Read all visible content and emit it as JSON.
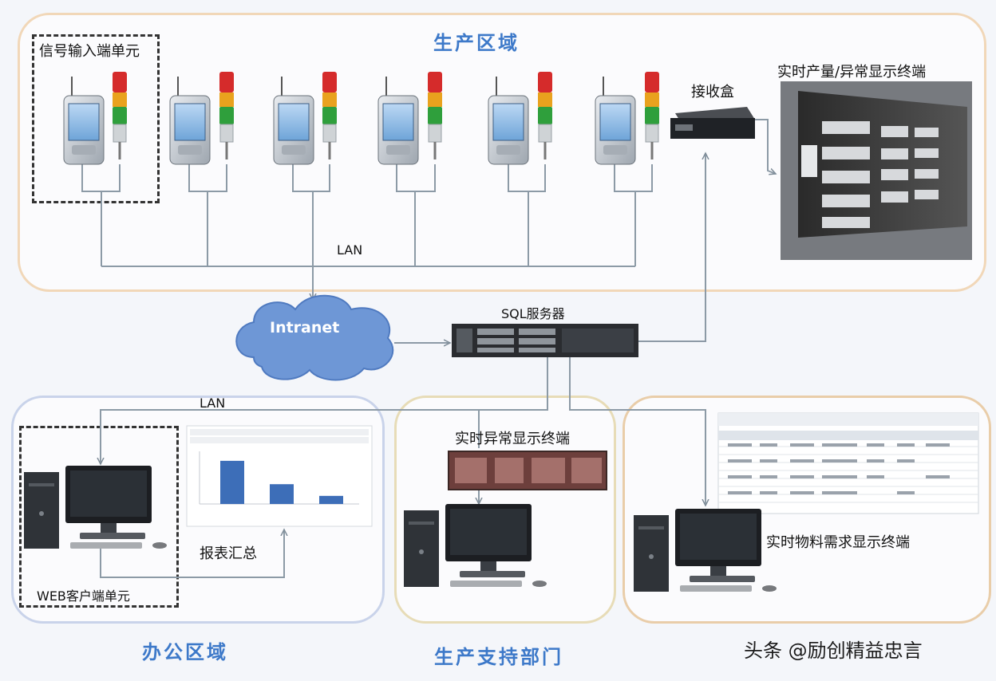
{
  "production_zone": {
    "title": "生产区域",
    "input_unit_label": "信号输入端单元"
  },
  "receiver_label": "接收盒",
  "display_terminal_label": "实时产量/异常显示终端",
  "lan_label_top": "LAN",
  "intranet_label": "Intranet",
  "sql_server_label": "SQL服务器",
  "lan_label_bottom": "LAN",
  "office_zone": {
    "title": "办公区域",
    "report_label": "报表汇总",
    "web_client_label": "WEB客户端单元"
  },
  "support_zone": {
    "title": "生产支持部门",
    "anomaly_terminal_label": "实时异常显示终端"
  },
  "material_zone": {
    "material_terminal_label": "实时物料需求显示终端"
  },
  "watermark": "头条 @励创精益忠言",
  "colors": {
    "zone_title": "#3d79c9",
    "line": "#8c9aa6",
    "cloud": "#6e97d6"
  },
  "chart_data": {
    "type": "bar",
    "categories": [
      "",
      "",
      ""
    ],
    "values": [
      48,
      22,
      9
    ],
    "ylim": [
      0,
      55
    ]
  }
}
